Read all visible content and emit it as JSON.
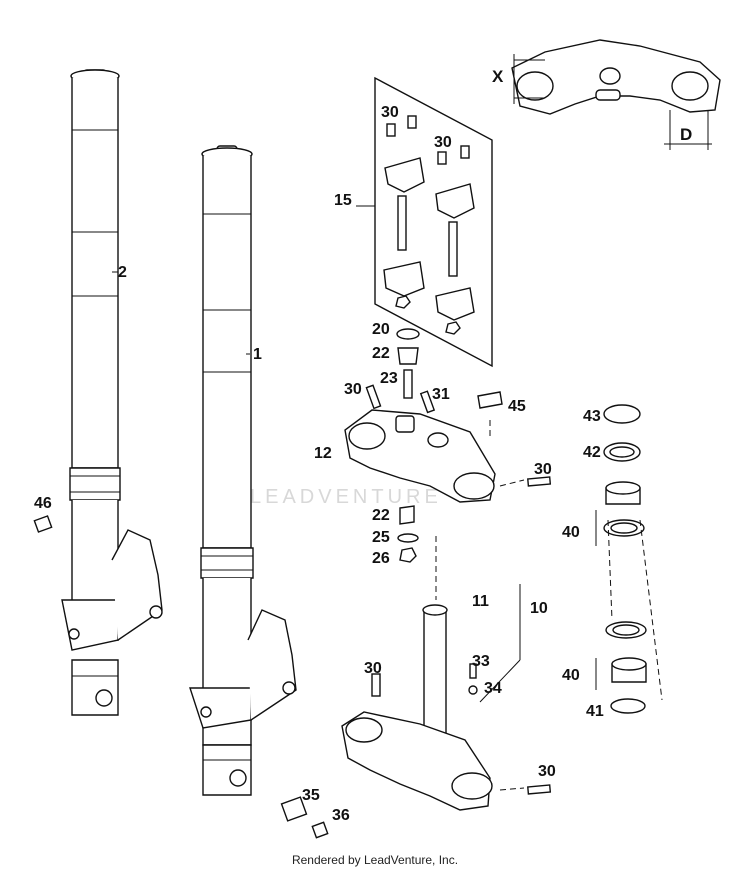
{
  "diagram": {
    "watermark": "LEADVENTURE",
    "footer": "Rendered by LeadVenture, Inc.",
    "dimension_labels": {
      "x": "X",
      "d": "D"
    },
    "callouts": {
      "c1": "1",
      "c2": "2",
      "c10": "10",
      "c11": "11",
      "c12": "12",
      "c15": "15",
      "c20": "20",
      "c22a": "22",
      "c22b": "22",
      "c23": "23",
      "c25": "25",
      "c26": "26",
      "c30a": "30",
      "c30b": "30",
      "c30c": "30",
      "c30d": "30",
      "c30e": "30",
      "c30f": "30",
      "c31": "31",
      "c33": "33",
      "c34": "34",
      "c35": "35",
      "c36": "36",
      "c40a": "40",
      "c40b": "40",
      "c41": "41",
      "c42": "42",
      "c43": "43",
      "c45": "45",
      "c46": "46"
    }
  }
}
